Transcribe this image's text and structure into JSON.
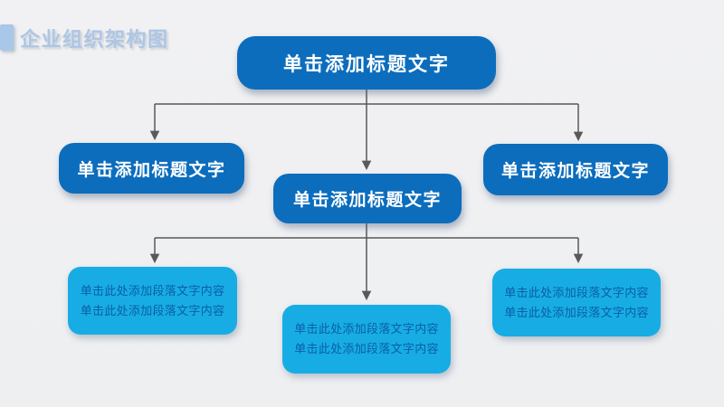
{
  "slide": {
    "title": "企业组织架构图"
  },
  "colors": {
    "background": "#efeff1",
    "primary_blue": "#0c6dbd",
    "accent_cyan": "#17ade4",
    "node_title_text": "#ffffff",
    "paragraph_text_blue": "#0b5ea6",
    "connector_gray": "#595959",
    "title_light_blue": "#adc6e4",
    "title_accent_bar": "#a9c7e8"
  },
  "org_chart": {
    "root": {
      "label": "单击添加标题文字"
    },
    "level2": [
      {
        "label": "单击添加标题文字"
      },
      {
        "label": "单击添加标题文字"
      },
      {
        "label": "单击添加标题文字"
      }
    ],
    "level3": [
      {
        "lines": [
          "单击此处添加段落文字内容",
          "单击此处添加段落文字内容"
        ]
      },
      {
        "lines": [
          "单击此处添加段落文字内容",
          "单击此处添加段落文字内容"
        ]
      },
      {
        "lines": [
          "单击此处添加段落文字内容",
          "单击此处添加段落文字内容"
        ]
      }
    ]
  }
}
